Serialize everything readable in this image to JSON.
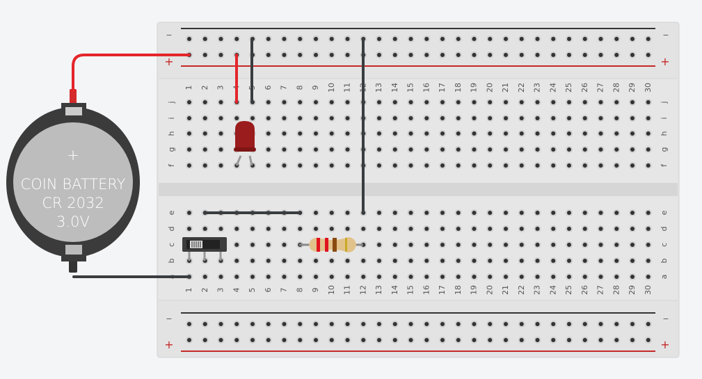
{
  "breadboard": {
    "columns": [
      "1",
      "2",
      "3",
      "4",
      "5",
      "6",
      "7",
      "8",
      "9",
      "10",
      "11",
      "12",
      "13",
      "14",
      "15",
      "16",
      "17",
      "18",
      "19",
      "20",
      "21",
      "22",
      "23",
      "24",
      "25",
      "26",
      "27",
      "28",
      "29",
      "30"
    ],
    "top_rows": [
      "j",
      "i",
      "h",
      "g",
      "f"
    ],
    "bottom_rows": [
      "e",
      "d",
      "c",
      "b",
      "a"
    ],
    "rail_minus": "−",
    "rail_plus": "+"
  },
  "battery": {
    "line1": "COIN BATTERY",
    "line2": "CR 2032",
    "line3": "3.0V",
    "terminal_symbol": "+"
  },
  "resistor": {
    "bands": [
      "#e0141e",
      "#e0141e",
      "#8a4a10",
      "#c9a825"
    ]
  },
  "colors": {
    "red_wire": "#e3262b",
    "black_wire": "#3a3d40",
    "led": "#9b1c1c",
    "board": "#e6e6e6"
  }
}
